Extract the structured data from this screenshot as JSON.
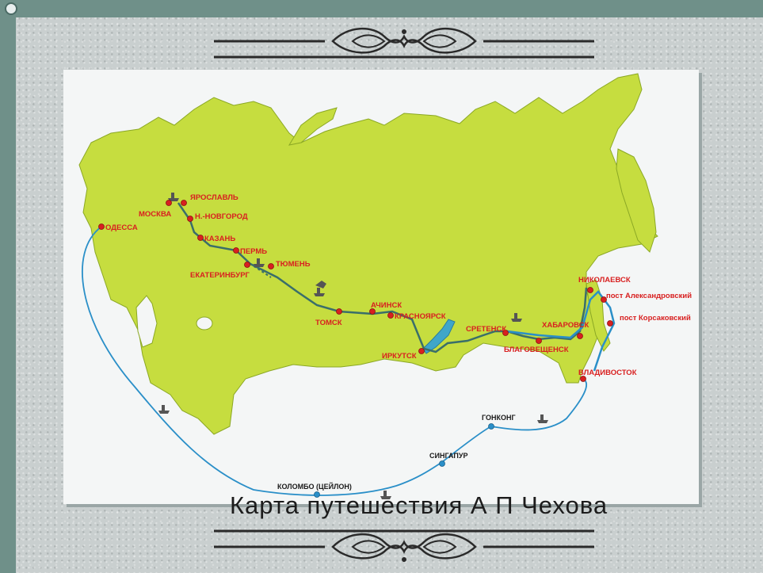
{
  "caption": "Карта путешествия А П Чехова",
  "cities": {
    "odessa": "ОДЕССА",
    "moskva": "МОСКВА",
    "yaroslavl": "ЯРОСЛАВЛЬ",
    "nnovgorod": "Н.-НОВГОРОД",
    "kazan": "КАЗАНЬ",
    "perm": "ПЕРМЬ",
    "tyumen": "ТЮМЕНЬ",
    "ekaterinburg": "ЕКАТЕРИНБУРГ",
    "tomsk": "ТОМСК",
    "achinsk": "АЧИНСК",
    "krasnoyarsk": "КРАСНОЯРСК",
    "irkutsk": "ИРКУТСК",
    "sretensk": "СРЕТЕНСК",
    "blagoveshchensk": "БЛАГОВЕЩЕНСК",
    "khabarovsk": "ХАБАРОВСК",
    "nikolaevsk": "НИКОЛАЕВСК",
    "post_alexandrovsky": "пост Александровский",
    "post_korsakovsky": "пост Корсаковский",
    "vladivostok": "ВЛАДИВОСТОК"
  },
  "ports": {
    "hongkong": "ГОНКОНГ",
    "singapore": "СИНГАПУР",
    "colombo": "КОЛОМБО (ЦЕЙЛОН)"
  },
  "colors": {
    "land": "#c6dd3f",
    "route_land": "#3a6e6a",
    "route_sea": "#2a8fc8",
    "city_dot": "#d82020",
    "label": "#d82020",
    "frame": "#6f9089"
  }
}
